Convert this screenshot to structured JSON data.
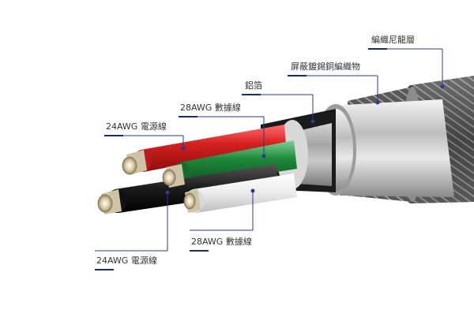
{
  "labels": {
    "braid": "編織尼龍層",
    "shield": "屏蔽鍍錫銅編織物",
    "foil": "鋁箔",
    "data_top": "28AWG 數據線",
    "power_top": "24AWG 電源線",
    "data_bottom": "28AWG 數據線",
    "power_bottom": "24AWG 電源線"
  },
  "colors": {
    "accent_line": "#1a2a7a",
    "leader": "#2b3a8c",
    "red_wire": "#d62020",
    "green_wire": "#1f8a3a",
    "white_wire": "#f2f2f2",
    "black_wire": "#1a1a1a"
  }
}
